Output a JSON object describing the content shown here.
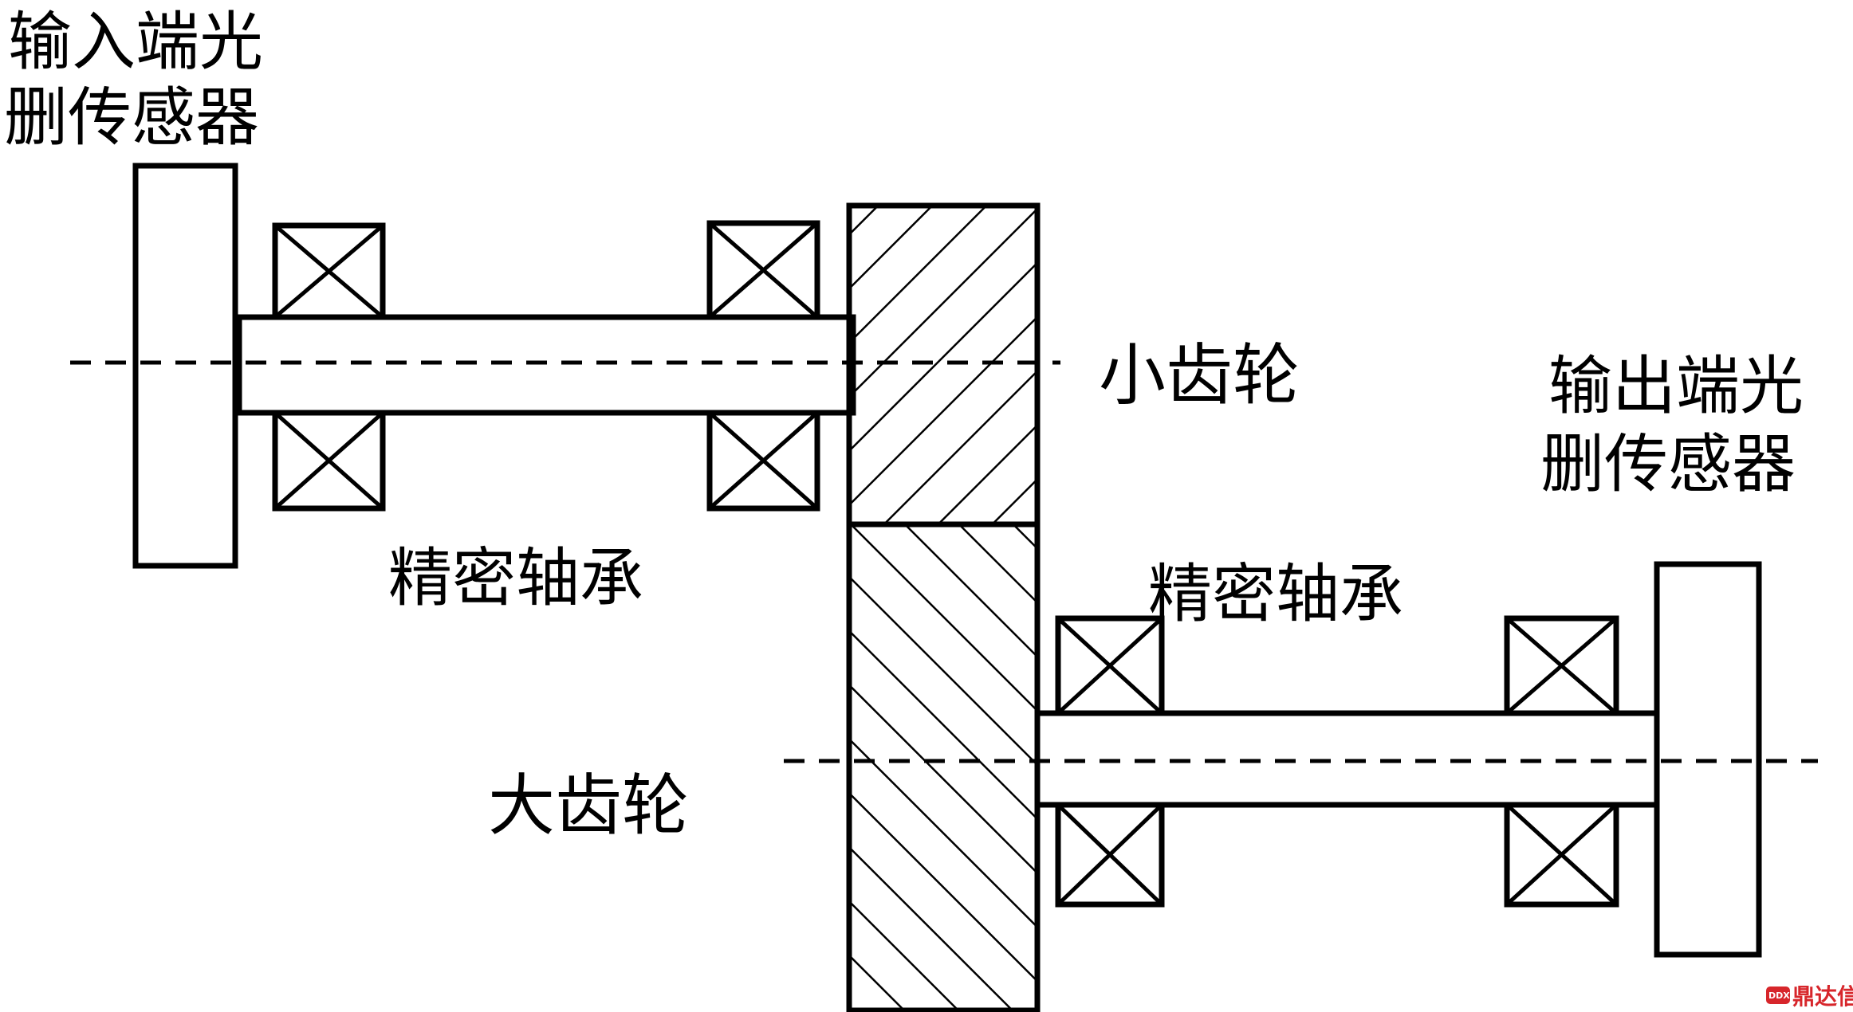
{
  "labels": {
    "input_sensor_line1": "输入端光",
    "input_sensor_line2": "删传感器",
    "output_sensor_line1": "输出端光",
    "output_sensor_line2": "删传感器",
    "small_gear": "小齿轮",
    "large_gear": "大齿轮",
    "bearing_upper": "精密轴承",
    "bearing_lower": "精密轴承"
  },
  "watermark": {
    "text": "鼎达信",
    "badge": "DDX",
    "color": "#d7262b"
  },
  "colors": {
    "line": "#000000",
    "background": "#ffffff"
  }
}
